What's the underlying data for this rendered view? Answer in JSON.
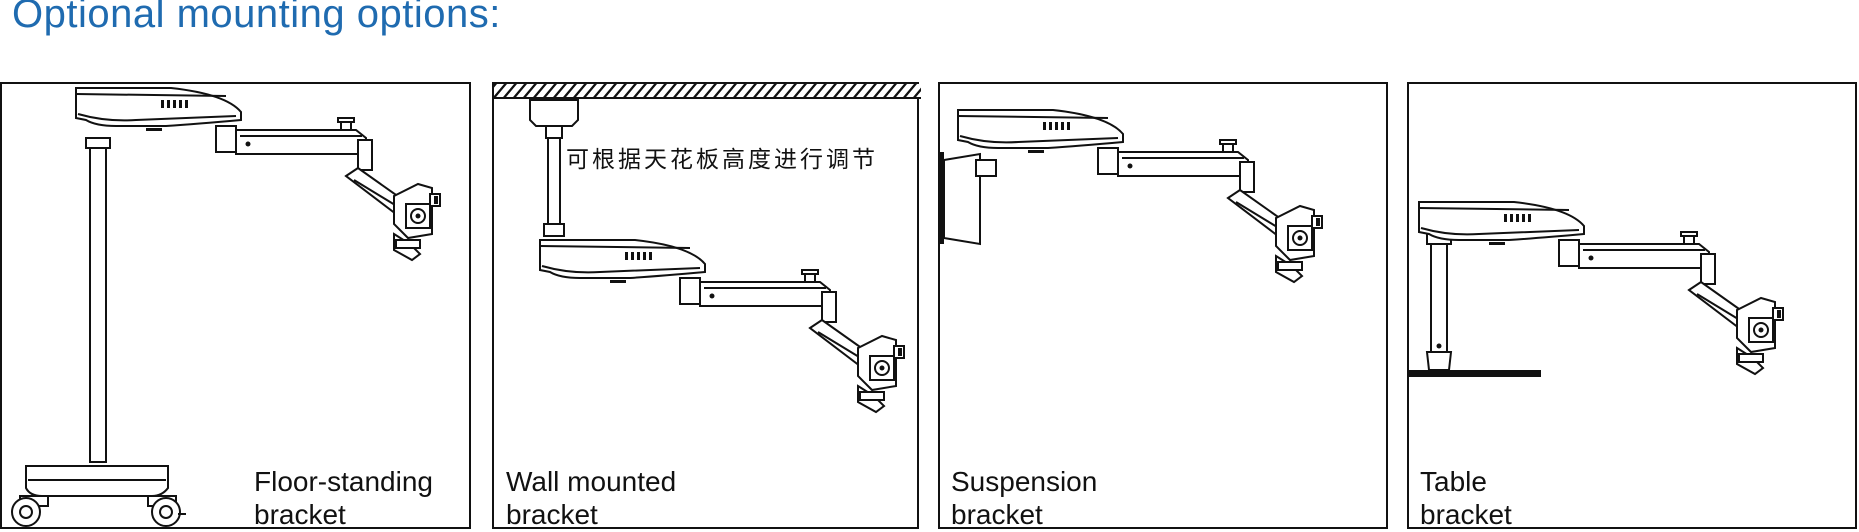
{
  "page": {
    "title": "Optional mounting options:",
    "accent_color": "#1f6bb0"
  },
  "panels": [
    {
      "id": "floor",
      "caption_line1": "Floor-standing",
      "caption_line2": "bracket"
    },
    {
      "id": "wall",
      "caption_line1": "Wall mounted",
      "caption_line2": "bracket",
      "note": "可根据天花板高度进行调节"
    },
    {
      "id": "suspension",
      "caption_line1": "Suspension",
      "caption_line2": "bracket"
    },
    {
      "id": "table",
      "caption_line1": "Table",
      "caption_line2": "bracket"
    }
  ]
}
